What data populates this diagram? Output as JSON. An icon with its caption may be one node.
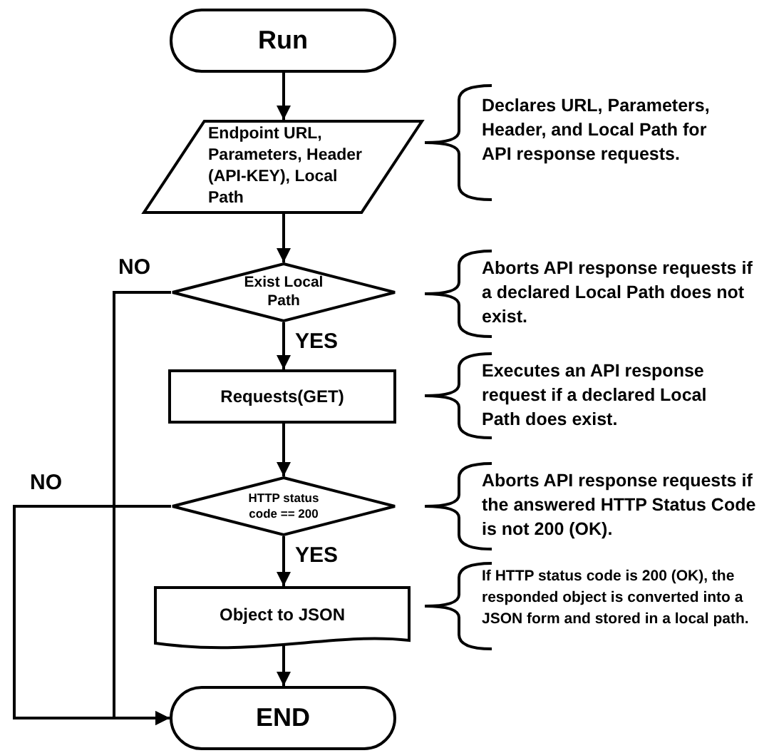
{
  "diagram": {
    "nodes": [
      {
        "text": [
          "Run"
        ]
      },
      {
        "text": [
          "Endpoint URL, Parameters, Header (API-KEY), Local Path"
        ]
      },
      {
        "text": [
          "Exist Local Path"
        ]
      },
      {
        "text": [
          "Requests(GET)"
        ]
      },
      {
        "text": [
          "HTTP status code == 200"
        ]
      },
      {
        "text": [
          "Object to JSON"
        ]
      },
      {
        "text": [
          "END"
        ]
      }
    ],
    "edges": [
      {
        "from": 0,
        "to": 1,
        "arrow": "to"
      },
      {
        "from": 1,
        "to": 2,
        "arrow": "to"
      },
      {
        "from": 2,
        "to": 3,
        "arrow": "to",
        "label": "YES"
      },
      {
        "from": 3,
        "to": 4,
        "arrow": "to"
      },
      {
        "from": 4,
        "to": 5,
        "arrow": "to",
        "label": "YES"
      },
      {
        "from": 5,
        "to": 6,
        "arrow": "to"
      },
      {
        "from": 2,
        "to": 6,
        "arrow": "to",
        "label": "NO"
      },
      {
        "from": 4,
        "to": 6,
        "arrow": "to",
        "label": "NO"
      }
    ],
    "labels": [
      "Declares URL, Parameters, Header, and Local Path for API response requests.",
      "Aborts API response requests if a declared Local Path does not exist.",
      "Executes an API response request if a declared Local Path does exist.",
      "Aborts API response requests if the answered HTTP Status Code is not 200 (OK).",
      "If HTTP status code is 200 (OK), the responded object is converted into a JSON form and stored in a local path."
    ]
  }
}
